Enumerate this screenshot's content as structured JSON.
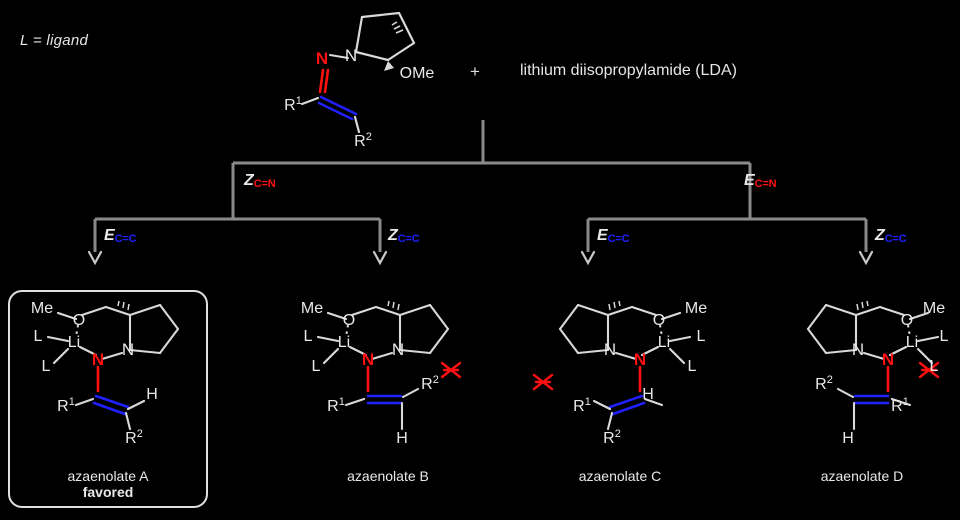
{
  "figure": {
    "background_color": "#000000",
    "stroke_color": "#d9d9d9",
    "nitrogen_color": "#ff1010",
    "carbon_double_bond_color": "#2020ff",
    "clash_marker_color": "#ff1010"
  },
  "notes": {
    "ligand_legend": "L = ligand",
    "plus": "+",
    "reagent": "lithium diisopropylamide (LDA)"
  },
  "reactant": {
    "name": "SAMP-hydrazone",
    "atom_labels": {
      "ring_nitrogen": "N",
      "imine_nitrogen": "N",
      "methoxy": "OMe",
      "r1": "R",
      "r1_sup": "1",
      "r2": "R",
      "r2_sup": "2"
    }
  },
  "tree": {
    "branches": [
      {
        "id": "z-cn",
        "descriptor": "Z",
        "bond": "C=N",
        "bond_color_key": "nitrogen_color"
      },
      {
        "id": "e-cn",
        "descriptor": "E",
        "bond": "C=N",
        "bond_color_key": "nitrogen_color"
      },
      {
        "id": "e-cc-1",
        "descriptor": "E",
        "bond": "C=C",
        "bond_color_key": "carbon_double_bond_color"
      },
      {
        "id": "z-cc-1",
        "descriptor": "Z",
        "bond": "C=C",
        "bond_color_key": "carbon_double_bond_color"
      },
      {
        "id": "e-cc-2",
        "descriptor": "E",
        "bond": "C=C",
        "bond_color_key": "carbon_double_bond_color"
      },
      {
        "id": "z-cc-2",
        "descriptor": "Z",
        "bond": "C=C",
        "bond_color_key": "carbon_double_bond_color"
      }
    ]
  },
  "products": [
    {
      "id": "A",
      "caption": "azaenolate A",
      "note": "favored",
      "highlighted": true,
      "has_clash_marker": false,
      "atom_labels": {
        "methyl": "Me",
        "oxygen": "O",
        "lithium": "Li",
        "ligand_1": "L",
        "ligand_2": "L",
        "amide_nitrogen": "N",
        "ring_nitrogen": "N",
        "r1": "R",
        "r1_sup": "1",
        "r2": "R",
        "r2_sup": "2",
        "hydrogen": "H"
      }
    },
    {
      "id": "B",
      "caption": "azaenolate B",
      "note": "",
      "highlighted": false,
      "has_clash_marker": true,
      "atom_labels": {
        "methyl": "Me",
        "oxygen": "O",
        "lithium": "Li",
        "ligand_1": "L",
        "ligand_2": "L",
        "amide_nitrogen": "N",
        "ring_nitrogen": "N",
        "r1": "R",
        "r1_sup": "1",
        "r2": "R",
        "r2_sup": "2",
        "hydrogen": "H"
      }
    },
    {
      "id": "C",
      "caption": "azaenolate C",
      "note": "",
      "highlighted": false,
      "has_clash_marker": true,
      "atom_labels": {
        "methyl": "Me",
        "oxygen": "O",
        "lithium": "Li",
        "ligand_1": "L",
        "ligand_2": "L",
        "amide_nitrogen": "N",
        "ring_nitrogen": "N",
        "r1": "R",
        "r1_sup": "1",
        "r2": "R",
        "r2_sup": "2",
        "hydrogen": "H"
      }
    },
    {
      "id": "D",
      "caption": "azaenolate D",
      "note": "",
      "highlighted": false,
      "has_clash_marker": true,
      "atom_labels": {
        "methyl": "Me",
        "oxygen": "O",
        "lithium": "Li",
        "ligand_1": "L",
        "ligand_2": "L",
        "amide_nitrogen": "N",
        "ring_nitrogen": "N",
        "r1": "R",
        "r1_sup": "1",
        "r2": "R",
        "r2_sup": "2",
        "hydrogen": "H"
      }
    }
  ]
}
